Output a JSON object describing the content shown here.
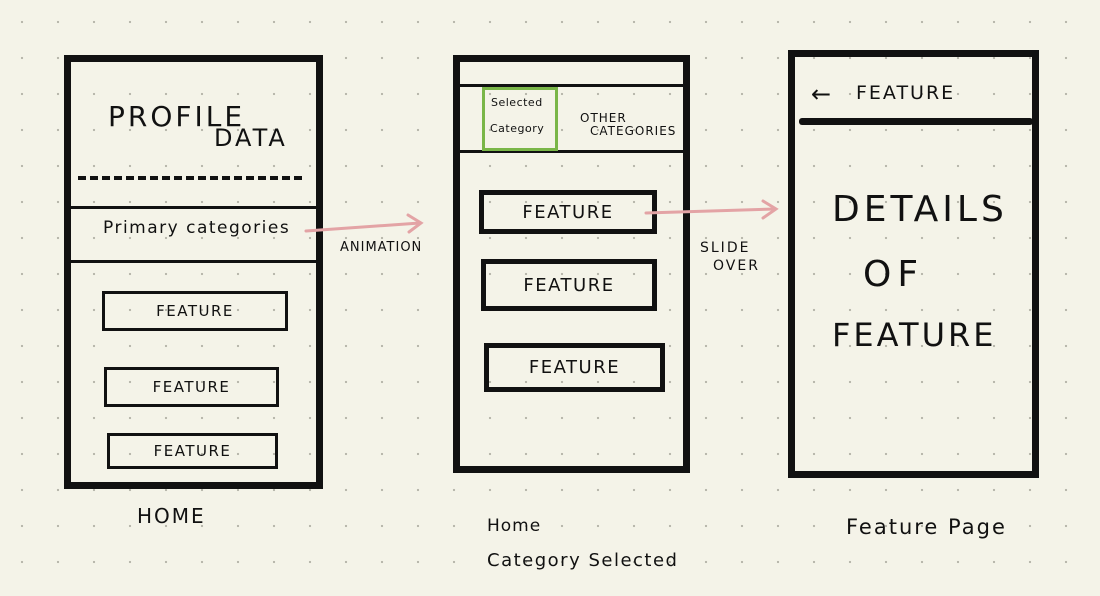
{
  "home": {
    "profile_line1": "PROFILE",
    "profile_line2": "DATA",
    "primary_categories": "Primary categories",
    "features": [
      "FEATURE",
      "FEATURE",
      "FEATURE"
    ],
    "caption": "HOME"
  },
  "category_selected": {
    "selected_line1": "Selected",
    "selected_line2": "Category",
    "other_line1": "OTHER",
    "other_line2": "CATEGORIES",
    "features": [
      "FEATURE",
      "FEATURE",
      "FEATURE"
    ],
    "caption_line1": "Home",
    "caption_line2": "Category Selected"
  },
  "feature_page": {
    "back_glyph": "←",
    "header_title": "FEATURE",
    "details_line1": "DETAILS",
    "details_line2": "OF",
    "details_line3": "FEATURE",
    "caption": "Feature Page"
  },
  "transitions": {
    "first": "ANIMATION",
    "second_line1": "SLIDE",
    "second_line2": "OVER"
  },
  "colors": {
    "selected_outline": "#7ab648",
    "arrow": "#e3a3a5"
  }
}
